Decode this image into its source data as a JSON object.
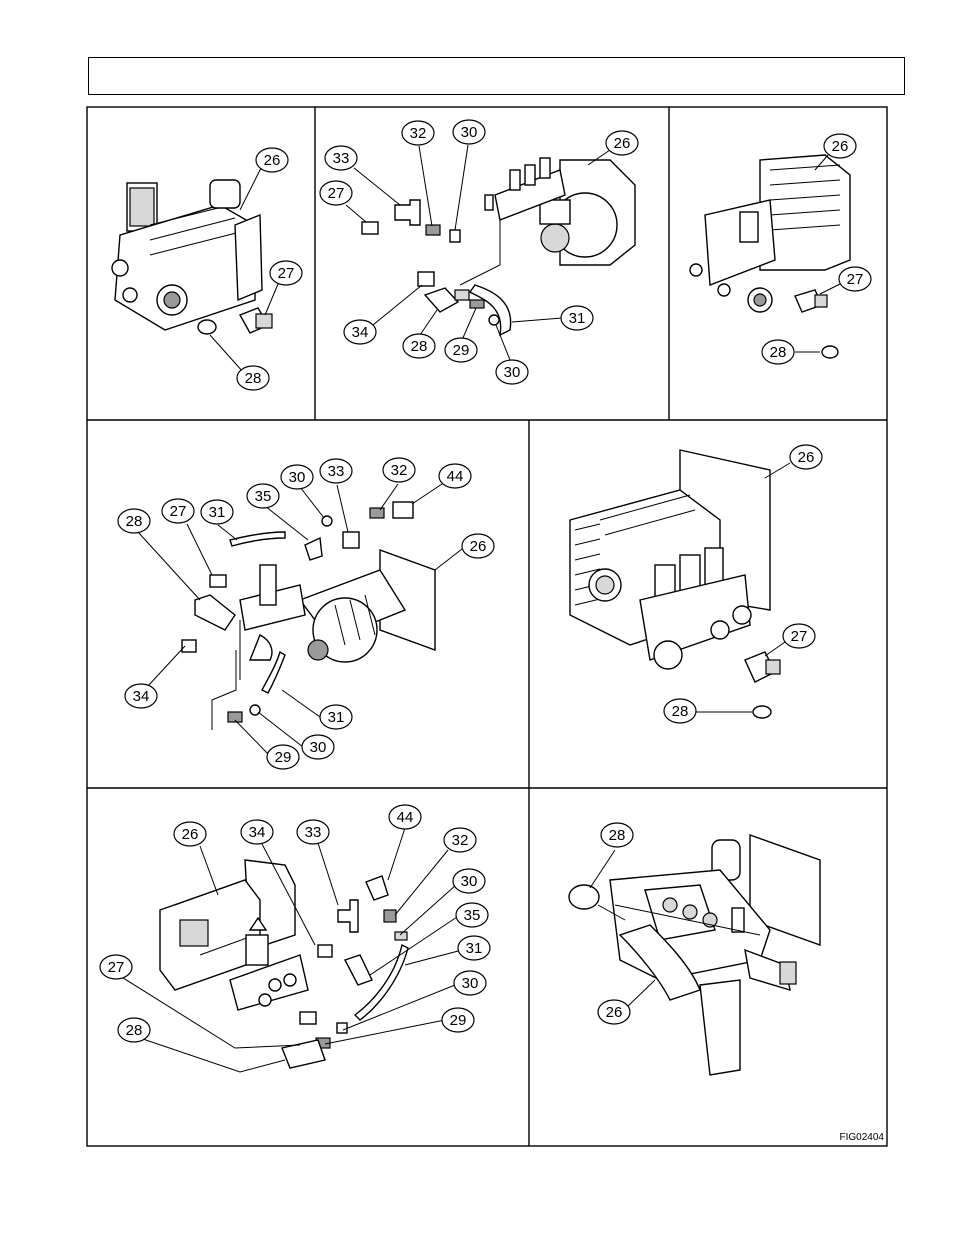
{
  "figure": {
    "code": "FIG02404"
  },
  "panels": [
    {
      "id": "panel-1",
      "callouts": [
        "26",
        "27",
        "28"
      ]
    },
    {
      "id": "panel-2",
      "callouts": [
        "26",
        "27",
        "28",
        "29",
        "30",
        "30",
        "31",
        "32",
        "33",
        "34"
      ]
    },
    {
      "id": "panel-3",
      "callouts": [
        "26",
        "27",
        "28"
      ]
    },
    {
      "id": "panel-4",
      "callouts": [
        "26",
        "27",
        "28",
        "29",
        "30",
        "30",
        "31",
        "31",
        "32",
        "33",
        "34",
        "35",
        "44"
      ]
    },
    {
      "id": "panel-5",
      "callouts": [
        "26",
        "27",
        "28"
      ]
    },
    {
      "id": "panel-6",
      "callouts": [
        "26",
        "27",
        "28",
        "29",
        "30",
        "30",
        "31",
        "32",
        "33",
        "34",
        "35",
        "44"
      ]
    },
    {
      "id": "panel-7",
      "callouts": [
        "26",
        "28"
      ]
    }
  ]
}
